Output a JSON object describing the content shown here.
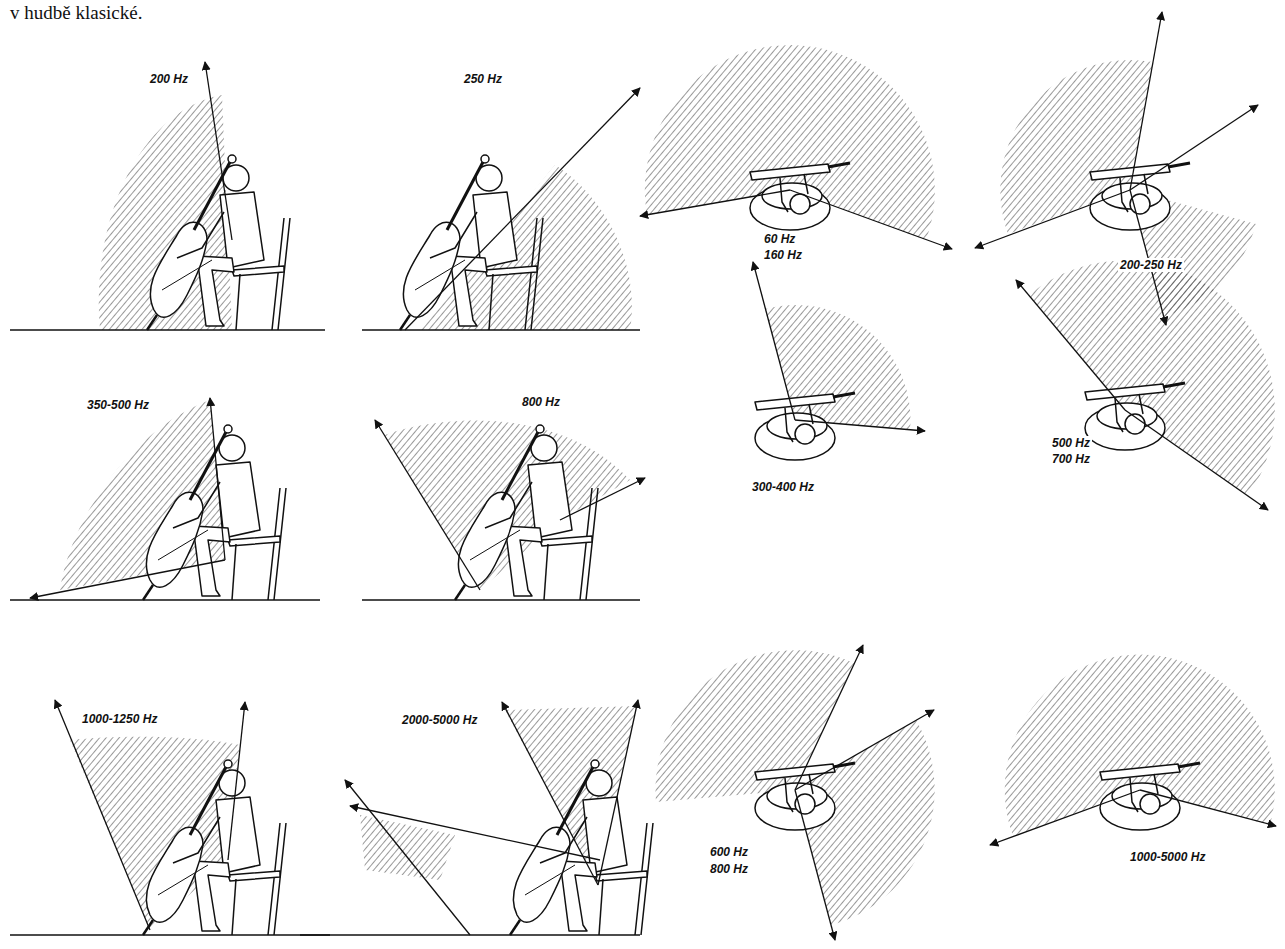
{
  "diagram": {
    "labels": [
      "v hudbě klasické.",
      "200 Hz",
      "250 Hz",
      "350-500 Hz",
      "800 Hz",
      "1000-1250 Hz",
      "2000-5000 Hz",
      "60 Hz",
      "160 Hz",
      "200-250 Hz",
      "300-400 Hz",
      "500 Hz",
      "700 Hz",
      "600 Hz",
      "800 Hz",
      "1000-5000 Hz"
    ]
  }
}
